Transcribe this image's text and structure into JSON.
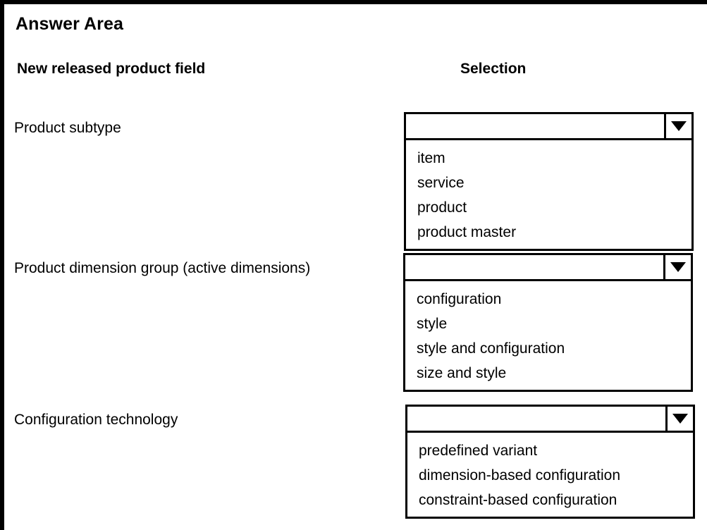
{
  "page": {
    "title": "Answer Area",
    "columns": {
      "field_header": "New released product field",
      "selection_header": "Selection"
    },
    "border_color": "#000000",
    "background_color": "#ffffff"
  },
  "rows": [
    {
      "label": "Product subtype",
      "dropdown": {
        "name": "product-subtype",
        "selected_value": "",
        "placeholder": "",
        "expanded": true,
        "arrow_icon": "chevron-down-icon",
        "options": [
          "item",
          "service",
          "product",
          "product master"
        ]
      }
    },
    {
      "label": "Product dimension group (active dimensions)",
      "dropdown": {
        "name": "dimension-group",
        "selected_value": "",
        "placeholder": "",
        "expanded": true,
        "arrow_icon": "chevron-down-icon",
        "options": [
          "configuration",
          "style",
          "style and configuration",
          "size and style"
        ]
      }
    },
    {
      "label": "Configuration technology",
      "dropdown": {
        "name": "configuration-technology",
        "selected_value": "",
        "placeholder": "",
        "expanded": true,
        "arrow_icon": "chevron-down-icon",
        "options": [
          "predefined variant",
          "dimension-based configuration",
          "constraint-based configuration"
        ]
      }
    }
  ]
}
